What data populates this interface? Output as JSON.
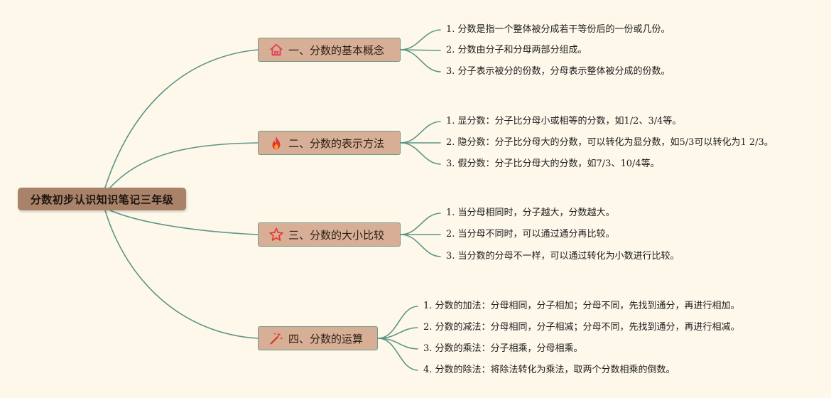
{
  "root": {
    "label": "分数初步认识知识笔记三年级"
  },
  "colors": {
    "background": "#fdf8ea",
    "root_fill": "#a8836a",
    "branch_fill": "#d7af96",
    "branch_border": "#6f9a8c",
    "link": "#5f9585"
  },
  "branches": [
    {
      "label": "一、分数的基本概念",
      "icon": "home-icon",
      "items": [
        "1. 分数是指一个整体被分成若干等份后的一份或几份。",
        "2. 分数由分子和分母两部分组成。",
        "3. 分子表示被分的份数，分母表示整体被分成的份数。"
      ]
    },
    {
      "label": "二、分数的表示方法",
      "icon": "fire-icon",
      "items": [
        "1. 显分数：分子比分母小或相等的分数，如1/2、3/4等。",
        "2. 隐分数：分子比分母大的分数，可以转化为显分数，如5/3可以转化为1 2/3。",
        "3. 假分数：分子比分母大的分数，如7/3、10/4等。"
      ]
    },
    {
      "label": "三、分数的大小比较",
      "icon": "star-icon",
      "items": [
        "1. 当分母相同时，分子越大，分数越大。",
        "2. 当分母不同时，可以通过通分再比较。",
        "3. 当分数的分母不一样，可以通过转化为小数进行比较。"
      ]
    },
    {
      "label": "四、分数的运算",
      "icon": "magic-wand-icon",
      "items": [
        "1. 分数的加法：分母相同，分子相加；分母不同，先找到通分，再进行相加。",
        "2. 分数的减法：分母相同，分子相减；分母不同，先找到通分，再进行相减。",
        "3. 分数的乘法：分子相乘，分母相乘。",
        "4. 分数的除法：将除法转化为乘法，取两个分数相乘的倒数。"
      ]
    }
  ]
}
